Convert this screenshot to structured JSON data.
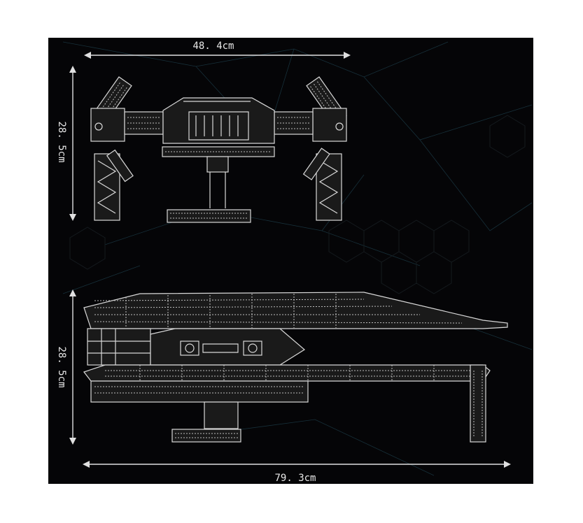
{
  "dimensions": {
    "front_width": "48. 4cm",
    "front_height": "28. 5cm",
    "side_height": "28. 5cm",
    "side_length": "79. 3cm"
  },
  "colors": {
    "background": "#050507",
    "lines": "#d8d8d8",
    "network": "#17303a"
  }
}
